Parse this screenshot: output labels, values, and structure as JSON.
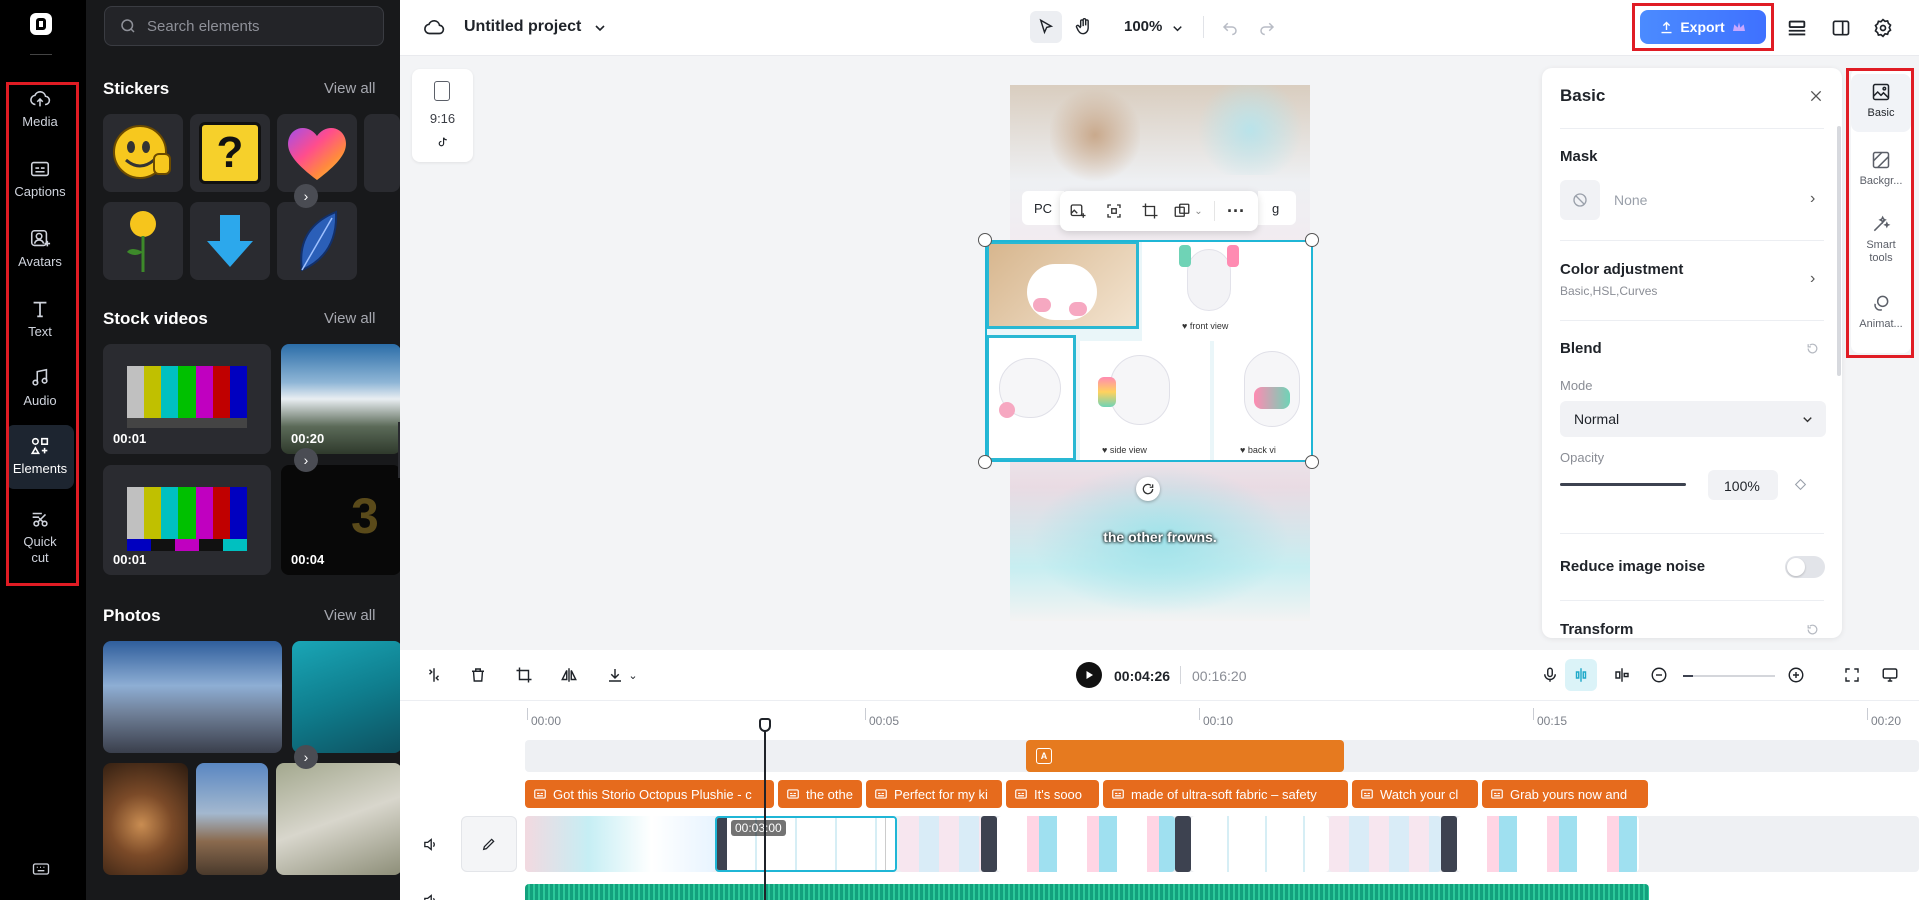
{
  "sidebar": {
    "items": [
      {
        "label": "Media",
        "icon": "cloud-upload-icon"
      },
      {
        "label": "Captions",
        "icon": "captions-icon"
      },
      {
        "label": "Avatars",
        "icon": "avatar-icon"
      },
      {
        "label": "Text",
        "icon": "text-icon"
      },
      {
        "label": "Audio",
        "icon": "music-note-icon"
      },
      {
        "label": "Elements",
        "icon": "elements-icon",
        "active": true
      },
      {
        "label": "Quick cut",
        "icon": "scissors-icon"
      }
    ]
  },
  "panel": {
    "search_placeholder": "Search elements",
    "sections": {
      "stickers": {
        "title": "Stickers",
        "view_all": "View all"
      },
      "stock_videos": {
        "title": "Stock videos",
        "view_all": "View all",
        "durations": [
          "00:01",
          "00:20",
          "00:01",
          "00:04"
        ]
      },
      "photos": {
        "title": "Photos",
        "view_all": "View all"
      }
    }
  },
  "topbar": {
    "project_title": "Untitled project",
    "zoom": "100%",
    "export_label": "Export"
  },
  "canvas": {
    "ratio_label": "9:16",
    "toolbar_left_text": "PC",
    "toolbar_right_text": "g",
    "caption": "the other frowns.",
    "labels": {
      "front": "front view",
      "side": "side view",
      "back": "back vi"
    }
  },
  "props": {
    "title": "Basic",
    "mask": {
      "title": "Mask",
      "value": "None"
    },
    "color_adjustment": {
      "title": "Color adjustment",
      "sub": "Basic,HSL,Curves"
    },
    "blend": {
      "title": "Blend",
      "mode_label": "Mode",
      "mode_value": "Normal",
      "opacity_label": "Opacity",
      "opacity_value": "100%",
      "opacity_fraction": 1.0
    },
    "noise": {
      "title": "Reduce image noise",
      "enabled": false
    },
    "transform": {
      "title": "Transform"
    }
  },
  "right_tabs": [
    {
      "label": "Basic",
      "active": true
    },
    {
      "label": "Backgr..."
    },
    {
      "label": "Smart tools"
    },
    {
      "label": "Animat..."
    }
  ],
  "timeline": {
    "current_time": "00:04:26",
    "total_time": "00:16:20",
    "ticks": [
      "00:00",
      "00:05",
      "00:10",
      "00:15",
      "00:20"
    ],
    "clip_tooltip": "00:03:00",
    "text_clips": [
      "Got this Storio Octopus Plushie - c",
      "the othe",
      "Perfect for my ki",
      "It's sooo",
      "made of ultra-soft fabric – safety",
      "Watch your cl",
      "Grab yours now and"
    ]
  },
  "colors": {
    "accent": "#3f71ff",
    "selection": "#1fb6d6",
    "text_clip": "#e66b1d",
    "highlight_box": "#e01c24"
  }
}
